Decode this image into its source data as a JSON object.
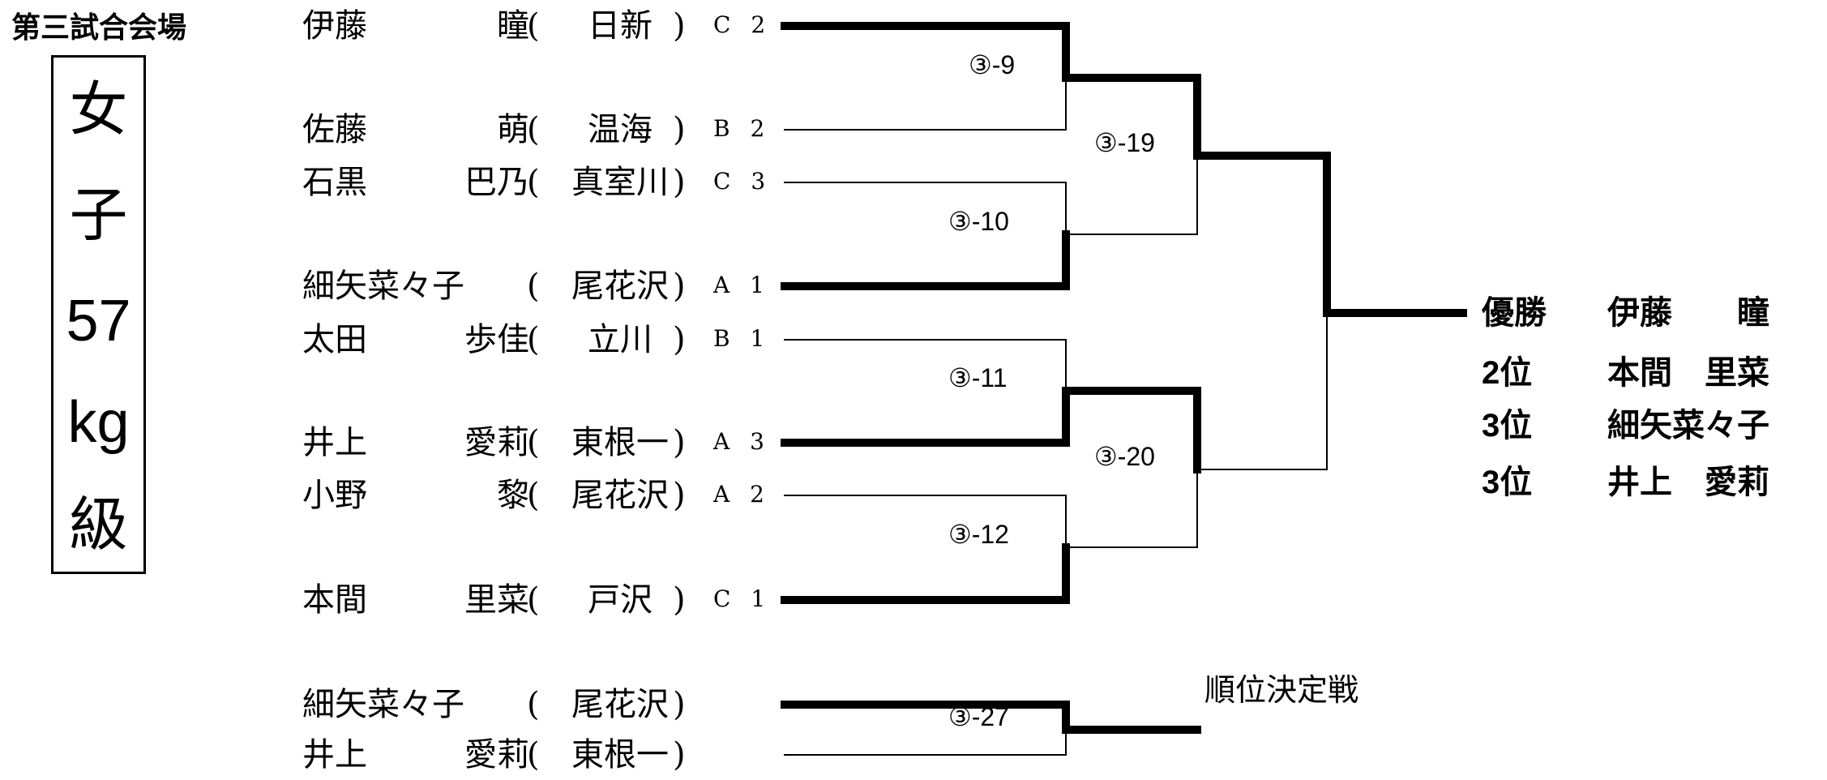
{
  "venue": "第三試合会場",
  "division": [
    "女",
    "子",
    "57",
    "kg",
    "級"
  ],
  "entries": [
    {
      "name_family": "伊藤",
      "name_given": "瞳",
      "team": "日新",
      "grade": "C 2"
    },
    {
      "name_family": "佐藤",
      "name_given": "萌",
      "team": "温海",
      "grade": "B 2"
    },
    {
      "name_family": "石黒",
      "name_given": "巴乃",
      "team": "真室川",
      "grade": "C 3"
    },
    {
      "name_family": "細矢菜々子",
      "name_given": "",
      "team": "尾花沢",
      "grade": "A 1"
    },
    {
      "name_family": "太田",
      "name_given": "歩佳",
      "team": "立川",
      "grade": "B 1"
    },
    {
      "name_family": "井上",
      "name_given": "愛莉",
      "team": "東根一",
      "grade": "A 3"
    },
    {
      "name_family": "小野",
      "name_given": "黎",
      "team": "尾花沢",
      "grade": "A 2"
    },
    {
      "name_family": "本間",
      "name_given": "里菜",
      "team": "戸沢",
      "grade": "C 1"
    }
  ],
  "placement_entries": [
    {
      "name_family": "細矢菜々子",
      "name_given": "",
      "team": "尾花沢"
    },
    {
      "name_family": "井上",
      "name_given": "愛莉",
      "team": "東根一"
    }
  ],
  "paren_open": "(",
  "paren_close": ")",
  "matches": {
    "m9": "③-9",
    "m10": "③-10",
    "m11": "③-11",
    "m12": "③-12",
    "m19": "③-19",
    "m20": "③-20",
    "m27": "③-27"
  },
  "placement_title": "順位決定戦",
  "results": [
    {
      "rank": "優勝",
      "name": "伊藤　　瞳"
    },
    {
      "rank": "2位",
      "name": "本間　里菜"
    },
    {
      "rank": "3位",
      "name": "細矢菜々子"
    },
    {
      "rank": "3位",
      "name": "井上　愛莉"
    }
  ]
}
